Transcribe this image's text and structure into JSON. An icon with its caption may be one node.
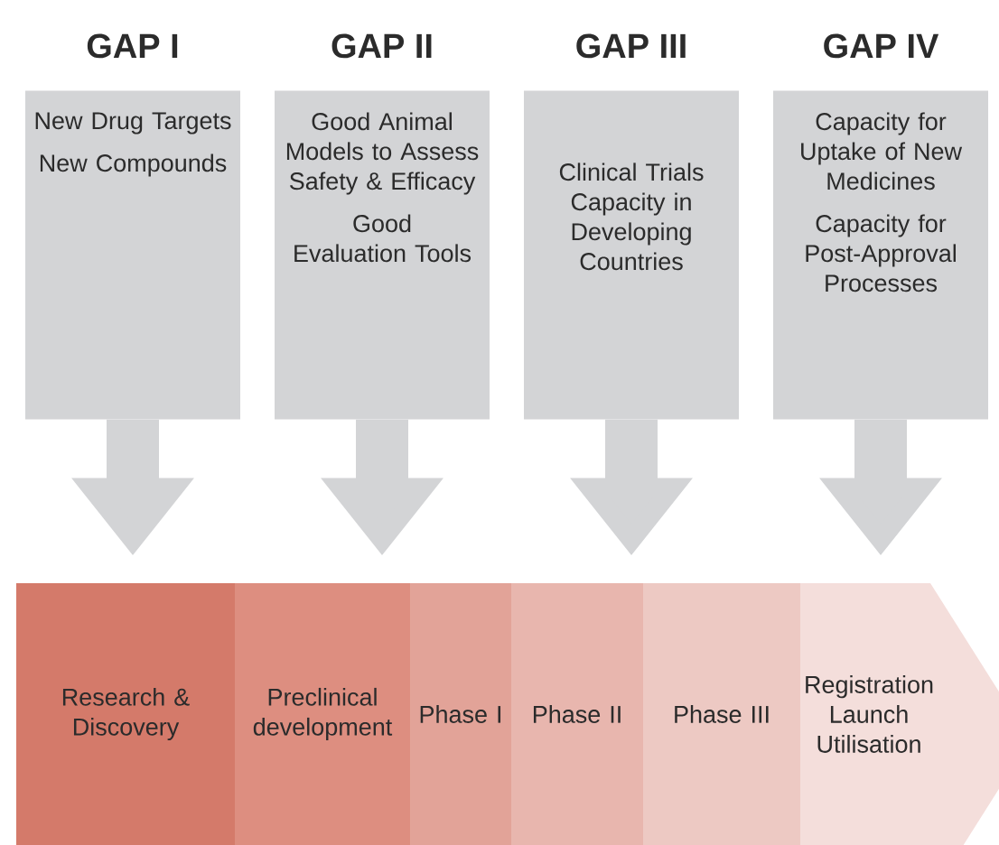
{
  "diagram": {
    "nodes": [
      {
        "text": [
          "GAP I",
          "New Drug Targets",
          "New Compounds"
        ]
      },
      {
        "text": [
          "GAP II",
          "Good Animal Models to Assess Safety & Efficacy",
          "Good Evaluation Tools"
        ]
      },
      {
        "text": [
          "GAP III",
          "Clinical Trials Capacity in Developing Countries"
        ]
      },
      {
        "text": [
          "GAP IV",
          "Capacity for Uptake of New Medicines",
          "Capacity for Post-Approval Processes"
        ]
      },
      {
        "text": [
          "Research & Discovery"
        ]
      },
      {
        "text": [
          "Preclinical development"
        ]
      },
      {
        "text": [
          "Phase I"
        ]
      },
      {
        "text": [
          "Phase II"
        ]
      },
      {
        "text": [
          "Phase III"
        ]
      },
      {
        "text": [
          "Registration Launch Utilisation"
        ]
      }
    ],
    "edges": [
      {
        "from": 0,
        "to": 4,
        "arrow": "to"
      },
      {
        "from": 1,
        "to": 5,
        "arrow": "to"
      },
      {
        "from": 2,
        "to": 7,
        "arrow": "to"
      },
      {
        "from": 3,
        "to": 9,
        "arrow": "to"
      }
    ]
  }
}
